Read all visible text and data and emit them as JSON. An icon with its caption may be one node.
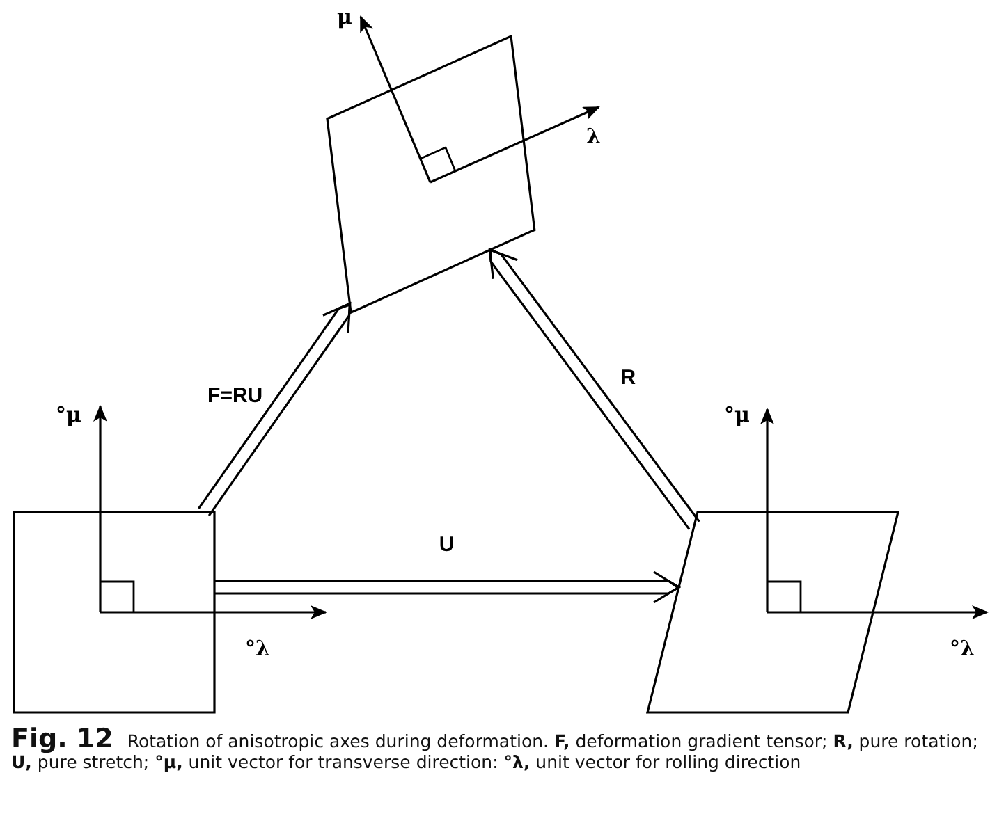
{
  "diagram": {
    "caption": "**Fig. 12** Rotation of anisotropic axes during deformation. **F,** deformation gradient tensor; **R,** pure rotation; **U,** pure stretch; **°μ,** unit vector for transverse direction: **°λ,** unit vector for rolling direction",
    "nodes": [
      {
        "text": [],
        "shape": "box"
      },
      {
        "text": [],
        "shape": "box"
      },
      {
        "text": [],
        "shape": "parallelogram"
      }
    ],
    "edges": [
      {
        "from": 1,
        "to": 0,
        "arrow": "to",
        "label": "F=RU"
      },
      {
        "from": 1,
        "to": 2,
        "arrow": "to",
        "label": "U"
      },
      {
        "from": 2,
        "to": 0,
        "arrow": "to",
        "label": "R"
      }
    ],
    "labels": [
      "μ",
      "λ",
      "°μ",
      "°λ",
      "°μ",
      "°λ"
    ]
  }
}
